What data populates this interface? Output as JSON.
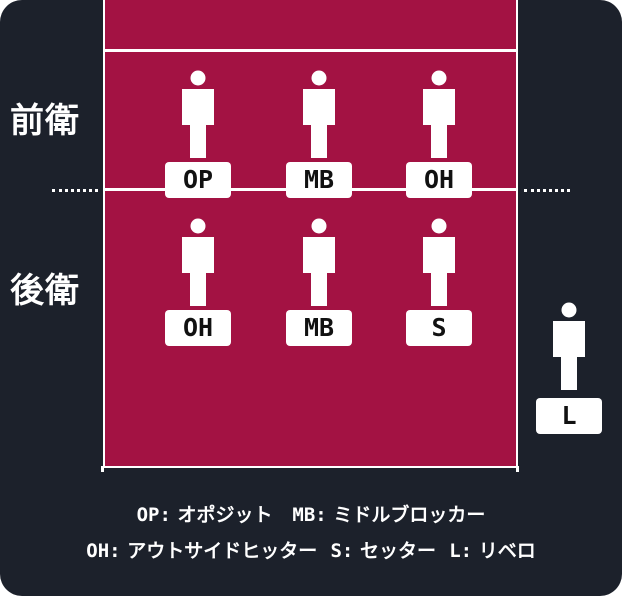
{
  "zones": {
    "front": "前衛",
    "back": "後衛"
  },
  "players": {
    "front": [
      "OP",
      "MB",
      "OH"
    ],
    "back": [
      "OH",
      "MB",
      "S"
    ],
    "libero": "L"
  },
  "legend": {
    "line1": [
      {
        "code": "OP:",
        "name": "オポジット"
      },
      {
        "code": "MB:",
        "name": "ミドルブロッカー"
      }
    ],
    "line2": [
      {
        "code": "OH:",
        "name": "アウトサイドヒッター"
      },
      {
        "code": "S:",
        "name": "セッター"
      },
      {
        "code": "L:",
        "name": "リベロ"
      }
    ]
  },
  "colors": {
    "court": "#a31243",
    "background": "#1c212b",
    "lines": "#ffffff"
  }
}
